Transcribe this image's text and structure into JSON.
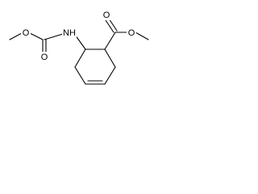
{
  "molecule": {
    "atoms": {
      "carbamate_methyl_O": "O",
      "carbamate_carbonyl_O": "O",
      "nitrogen": "NH",
      "ester_carbonyl_O": "O",
      "ester_methyl_O": "O"
    }
  },
  "colors": {
    "bond": "#000000",
    "label": "#000000",
    "background": "#ffffff"
  }
}
